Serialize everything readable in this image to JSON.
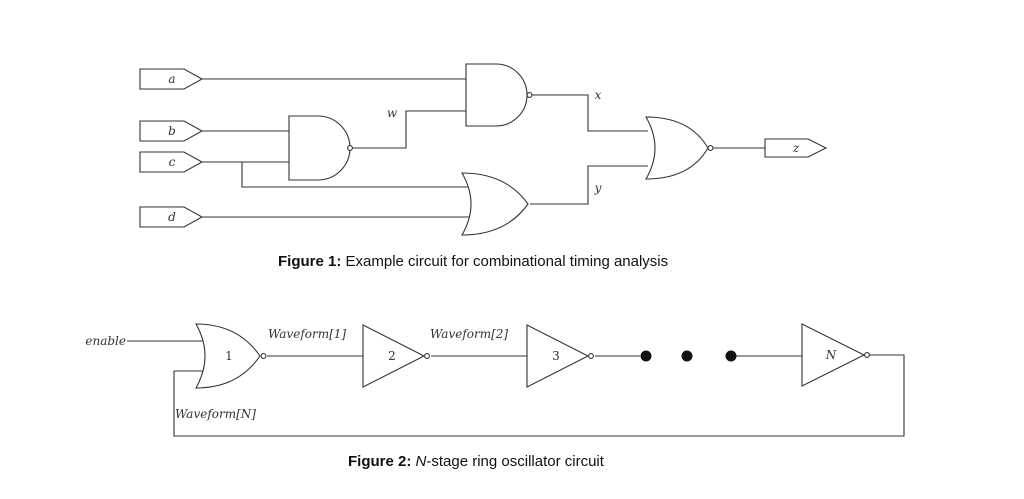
{
  "figure1": {
    "caption_label": "Figure 1:",
    "caption_text": " Example circuit for combinational timing analysis",
    "inputs": [
      "a",
      "b",
      "c",
      "d"
    ],
    "output": "z",
    "wires": {
      "w": "w",
      "x": "x",
      "y": "y"
    }
  },
  "figure2": {
    "caption_label": "Figure 2:",
    "caption_n": "N",
    "caption_text": "-stage ring oscillator circuit",
    "enable": "enable",
    "stages": [
      "1",
      "2",
      "3",
      "N"
    ],
    "waveform_labels": [
      "Waveform[1]",
      "Waveform[2]",
      "Waveform[N]"
    ]
  }
}
